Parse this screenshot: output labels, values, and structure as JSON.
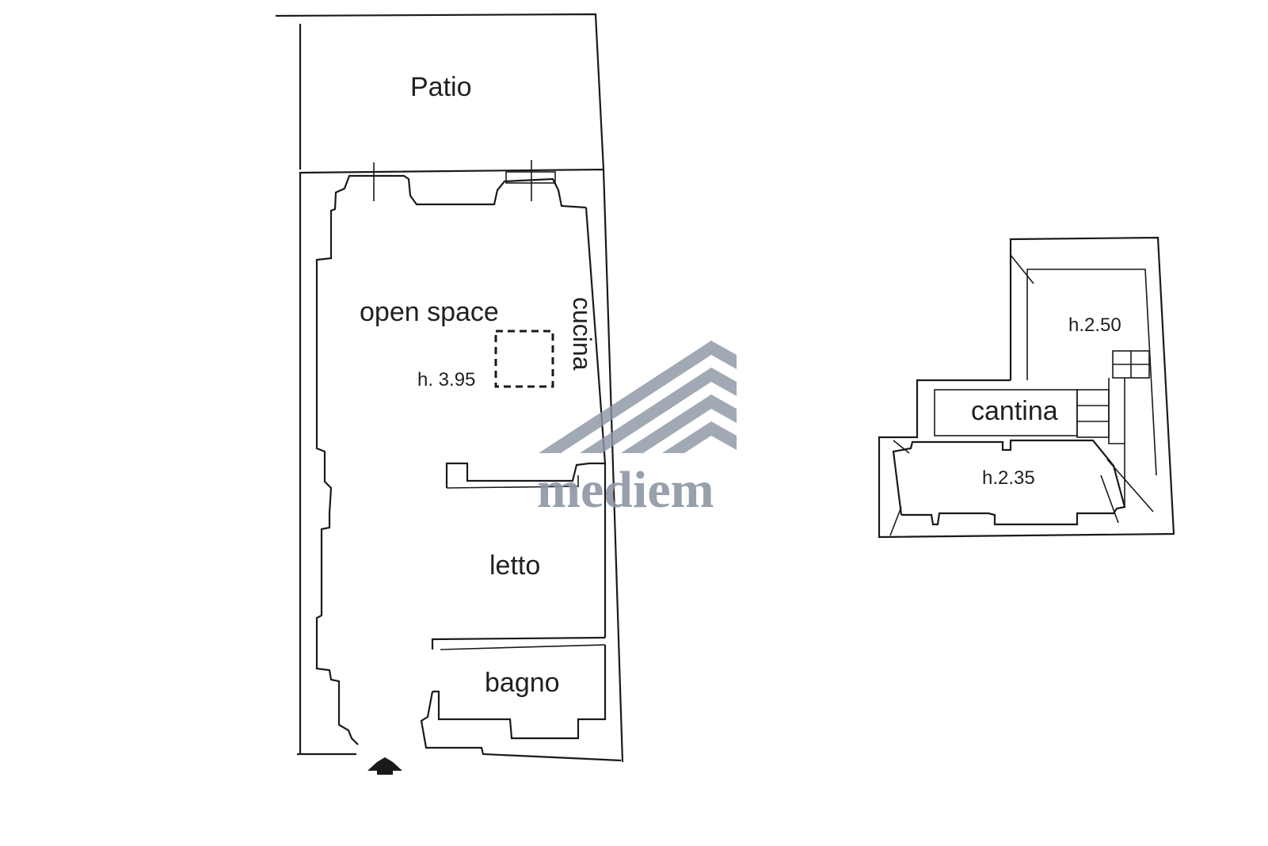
{
  "rooms": {
    "patio": "Patio",
    "open_space": "open space",
    "cucina": "cucina",
    "letto": "letto",
    "bagno": "bagno",
    "cantina": "cantina"
  },
  "heights": {
    "main": "h. 3.95",
    "cellar_upper": "h.2.50",
    "cellar_lower": "h.2.35"
  },
  "watermark": {
    "brand": "mediem",
    "color": "#8c96a3"
  },
  "icons": {
    "entrance": "entrance-arrow-icon"
  }
}
